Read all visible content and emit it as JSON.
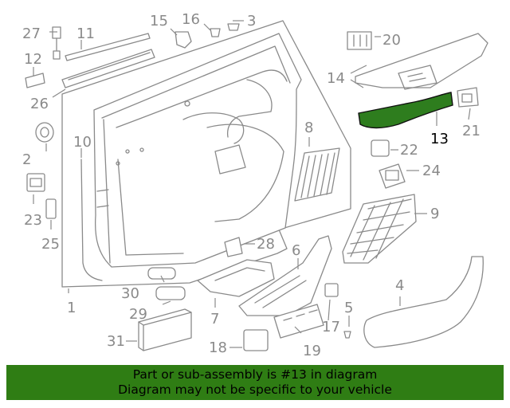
{
  "diagram": {
    "highlight_color": "#2e7d1e",
    "callouts": [
      "1",
      "2",
      "3",
      "4",
      "5",
      "6",
      "7",
      "8",
      "9",
      "10",
      "11",
      "12",
      "13",
      "14",
      "15",
      "16",
      "17",
      "18",
      "19",
      "20",
      "21",
      "22",
      "23",
      "24",
      "25",
      "26",
      "27",
      "28",
      "29",
      "30",
      "31"
    ],
    "highlighted_callout": "13"
  },
  "banner": {
    "background_color": "#2f7d14",
    "line1": "Part or sub-assembly is #13 in diagram",
    "line2": "Diagram may not be specific to your vehicle"
  }
}
